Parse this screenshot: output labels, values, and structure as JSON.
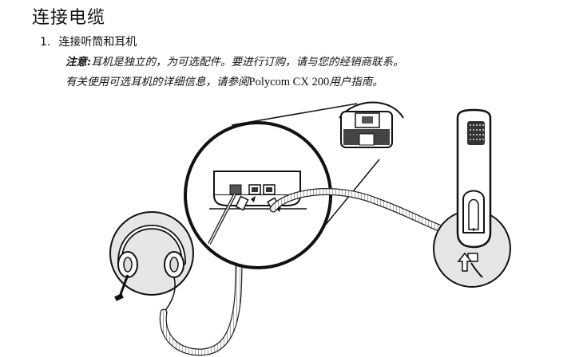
{
  "page_title": "连接电缆",
  "step": {
    "number": "1.",
    "text": "连接听筒和耳机"
  },
  "note": {
    "label": "注意:",
    "line1_text": "耳机是独立的，为可选配件。要进行订购，请与您的经销商联系。",
    "line2_prefix": "有关使用可选耳机的详细信息，请参阅",
    "line2_product": "Polycom CX 200",
    "line2_suffix": "用户指南。"
  }
}
